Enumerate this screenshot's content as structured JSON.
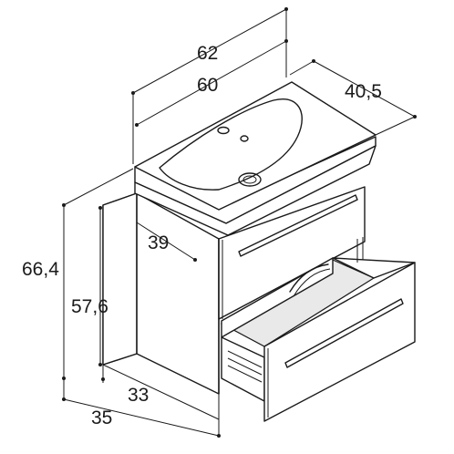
{
  "dimensions": {
    "width_total": "62",
    "width_basin": "60",
    "depth_basin": "40,5",
    "depth_cabinet": "39",
    "height_total": "66,4",
    "height_cabinet": "57,6",
    "side_depth_inner": "33",
    "side_depth_outer": "35"
  }
}
